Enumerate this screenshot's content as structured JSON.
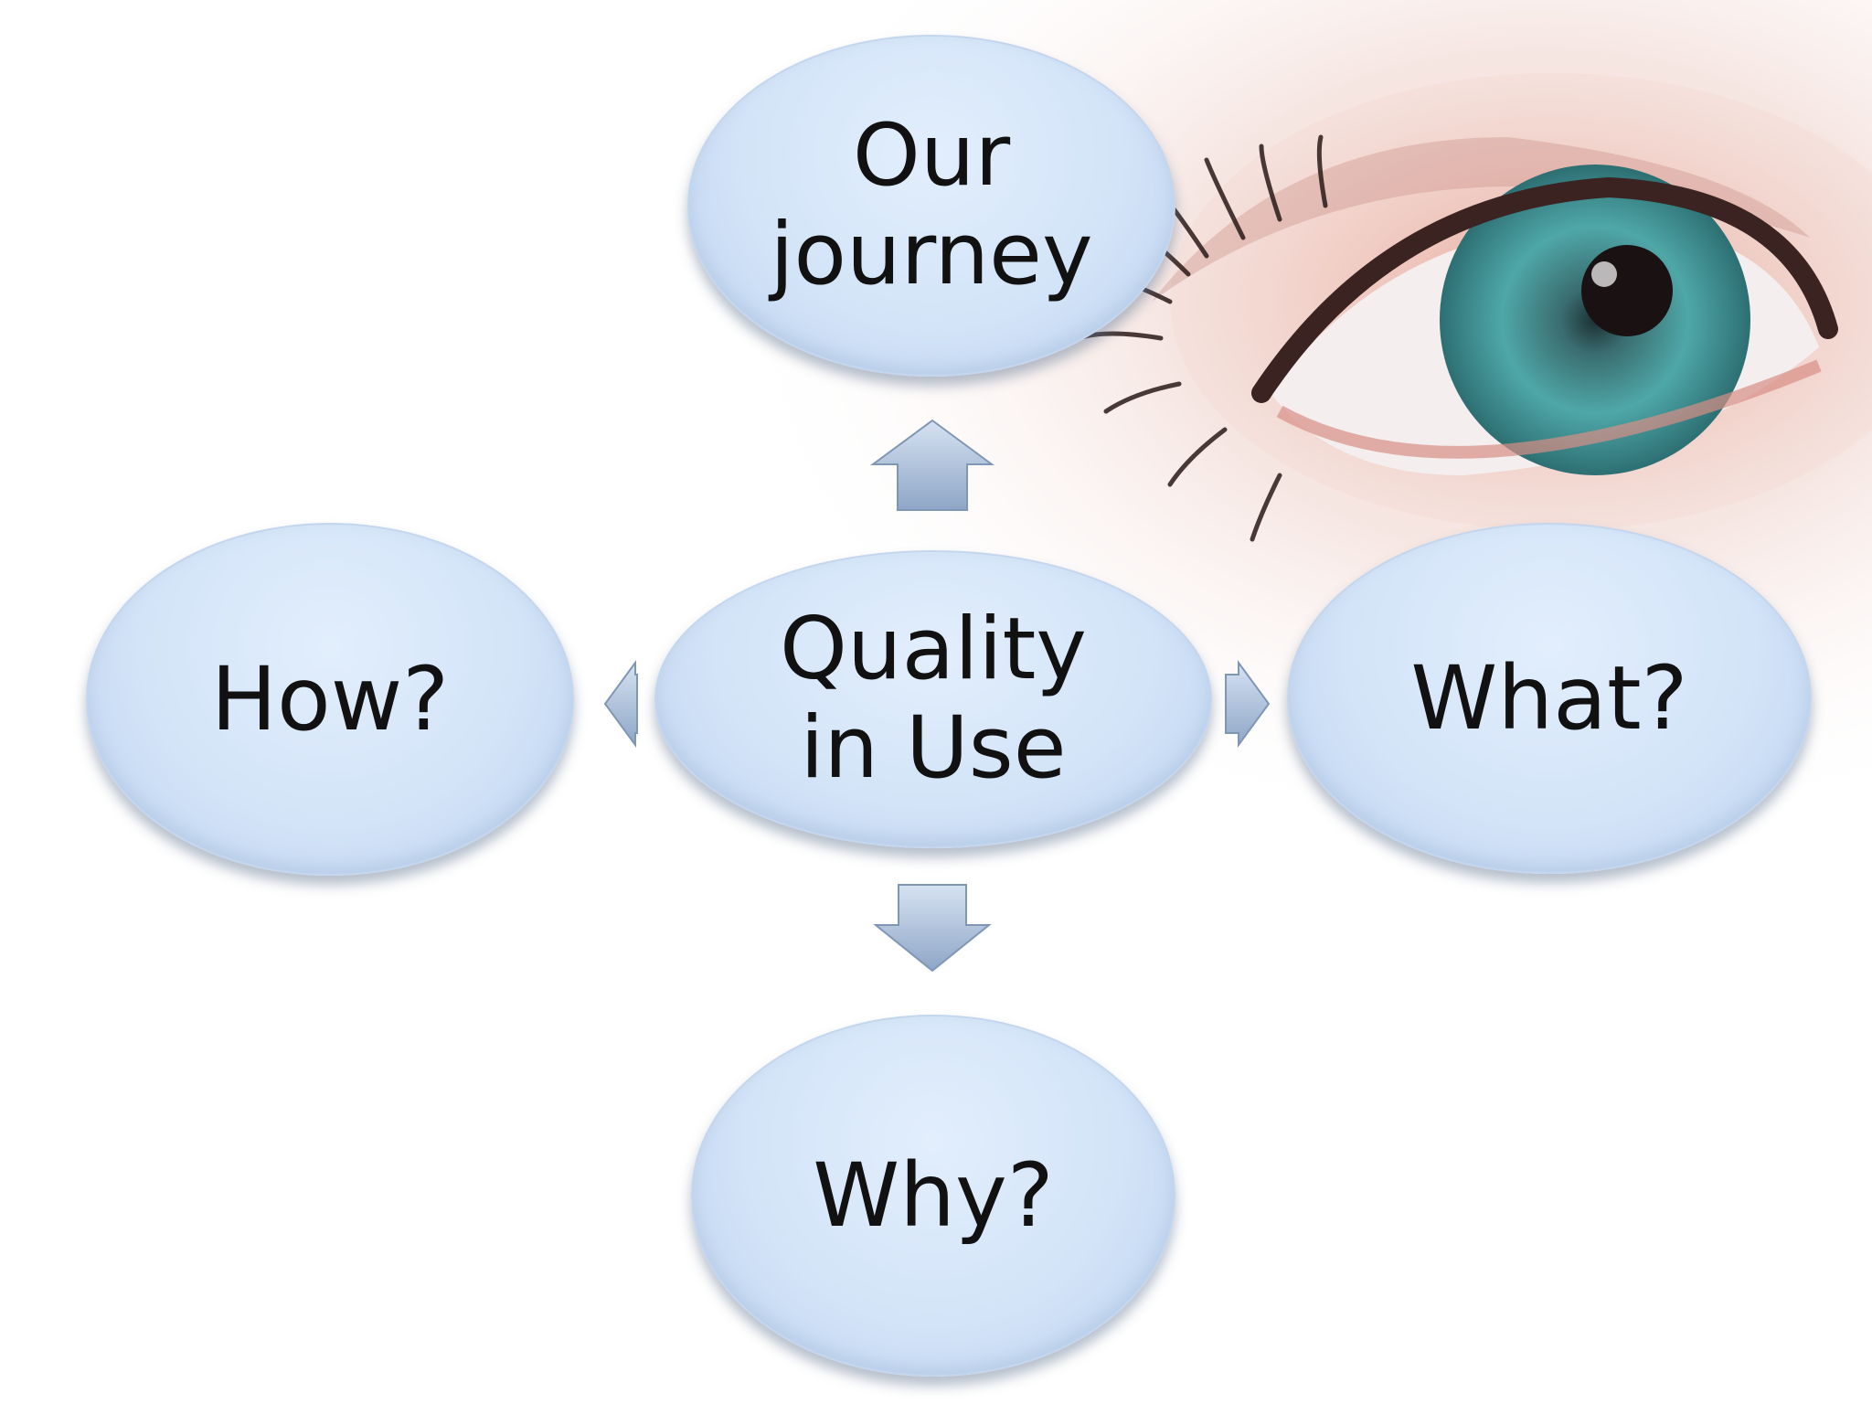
{
  "diagram": {
    "center": {
      "line1": "Quality",
      "line2": "in Use"
    },
    "top": {
      "line1": "Our",
      "line2": "journey"
    },
    "left": {
      "label": "How?"
    },
    "right": {
      "label": "What?"
    },
    "bottom": {
      "label": "Why?"
    }
  },
  "colors": {
    "node_fill": "#d3e4f8",
    "arrow_fill": "#a9bed9",
    "text": "#111111"
  },
  "background": {
    "image": "close-up-eye-photo"
  }
}
